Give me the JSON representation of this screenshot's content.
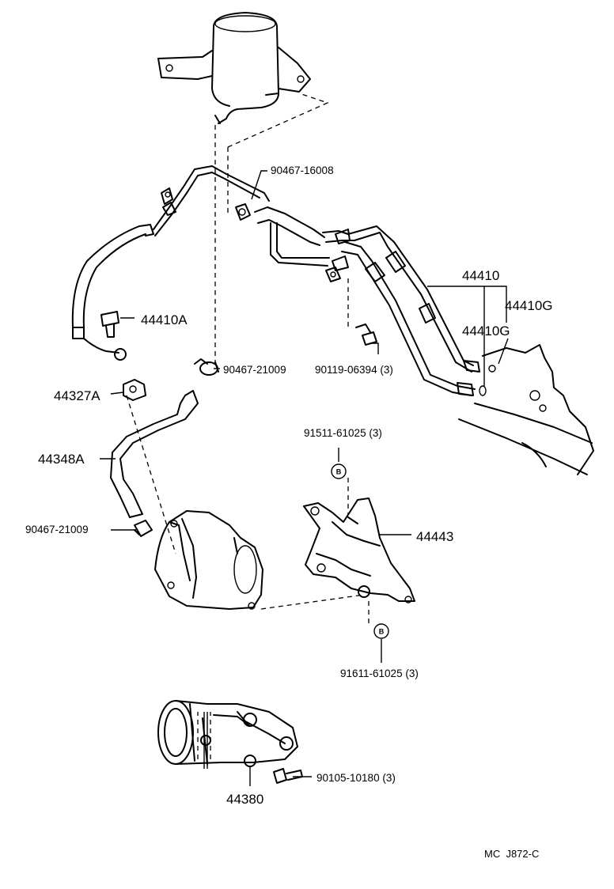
{
  "labels": {
    "p_90467_16008": "90467-16008",
    "p_44410": "44410",
    "p_44410G_a": "44410G",
    "p_44410G_b": "44410G",
    "p_44410A": "44410A",
    "p_90467_21009_a": "90467-21009",
    "p_90119_06394": "90119-06394 (3)",
    "p_44327A": "44327A",
    "p_44348A": "44348A",
    "p_91511_61025": "91511-61025 (3)",
    "p_90467_21009_b": "90467-21009",
    "p_44443": "44443",
    "p_91611_61025": "91611-61025 (3)",
    "p_90105_10180": "90105-10180 (3)",
    "p_44380": "44380",
    "diagram_code": "MC  J872-C"
  },
  "bolt_marks": {
    "upper": "B",
    "lower": "B"
  },
  "icons": [
    "reservoir",
    "pressure-hose",
    "return-tube",
    "clamp",
    "bolt",
    "steering-gear",
    "pump-bracket",
    "power-steering-pump"
  ]
}
